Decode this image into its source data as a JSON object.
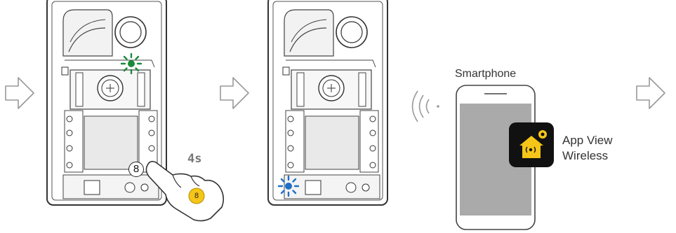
{
  "labels": {
    "phone_title": "Smartphone",
    "app_name_line1": "App View",
    "app_name_line2": "Wireless",
    "press_time": "4s",
    "step_ref": "⑧",
    "step_badge": "8"
  },
  "icons": {
    "arrow": "right-arrow-icon",
    "wifi": "wireless-signal-icon",
    "app": "app-view-wireless-icon",
    "hand": "pointing-hand-icon",
    "led": "led-blink-icon"
  },
  "colors": {
    "led_green": "#1a8a3a",
    "led_blue": "#1e6fc7",
    "app_icon_bg": "#111111",
    "app_icon_accent": "#f5c518",
    "finger_badge": "#f5c518",
    "phone_screen": "#aaaaaa"
  }
}
